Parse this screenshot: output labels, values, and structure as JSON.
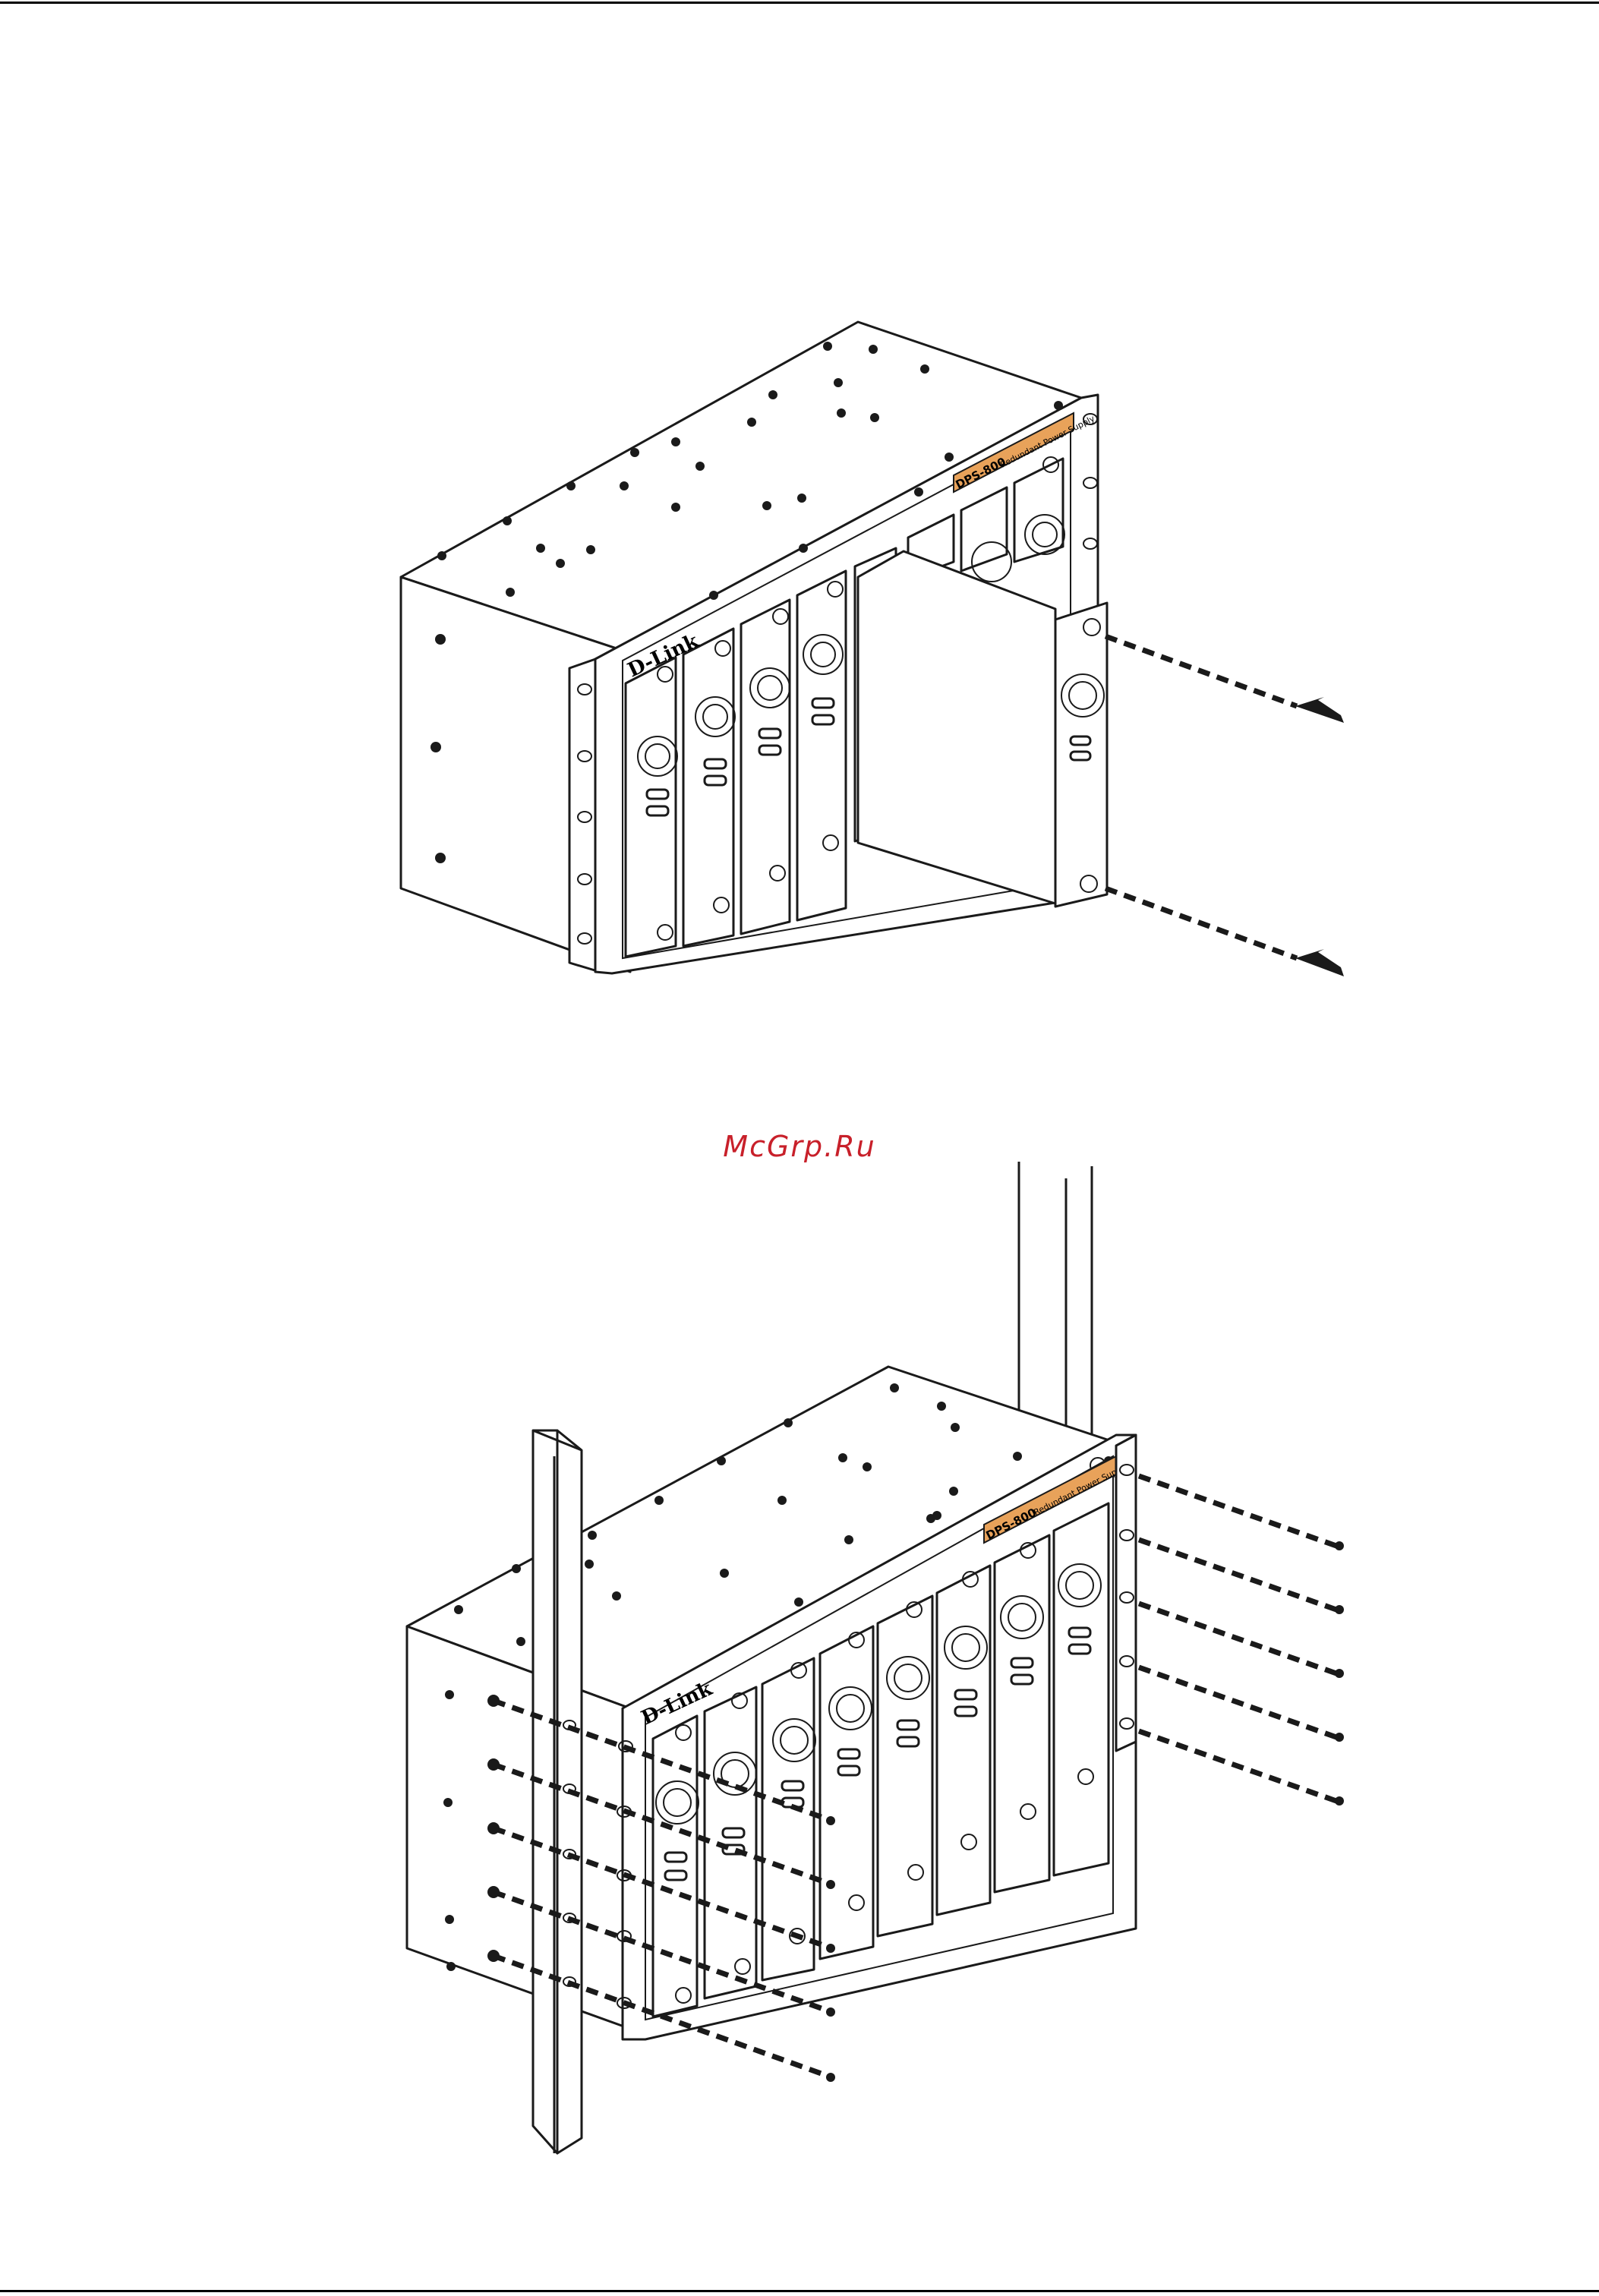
{
  "watermark": {
    "text": "McGrp.Ru",
    "color": "#c8202a"
  },
  "figure_top": {
    "brand": "D-Link",
    "model": "DPS-800",
    "badge": "Redundant Power Supply",
    "badge_color": "#e8a25a"
  },
  "figure_bottom": {
    "brand": "D-Link",
    "model": "DPS-800",
    "badge": "Redundant Power Supply",
    "badge_color": "#e8a25a"
  }
}
